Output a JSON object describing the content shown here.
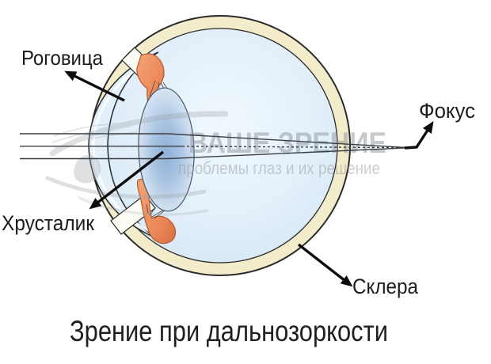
{
  "diagram": {
    "caption": "Зрение при дальнозоркости",
    "labels": {
      "cornea": "Роговица",
      "lens": "Хрусталик",
      "sclera": "Склера",
      "focus": "Фокус"
    },
    "watermark": {
      "title": "ВАШЕ ЗРЕНИЕ",
      "subtitle": "проблемы глаз и их решение"
    },
    "colors": {
      "background": "#ffffff",
      "sclera_ring": "#f3ecca",
      "eye_outline": "#2b2b2b",
      "interior_blue": "#d8eaf6",
      "cornea": "#e3f0f9",
      "limbus_white": "#fdfdf5",
      "iris": "#ec8a5a",
      "iris_dark": "#b35a33",
      "lens_core": "#8fb0d6",
      "lens_edge": "#e7f1f9",
      "ray": "#3a3e43",
      "arrow": "#0d0d0d",
      "label_text": "#1c1c1c",
      "watermark_gray": "#8f969c"
    }
  }
}
